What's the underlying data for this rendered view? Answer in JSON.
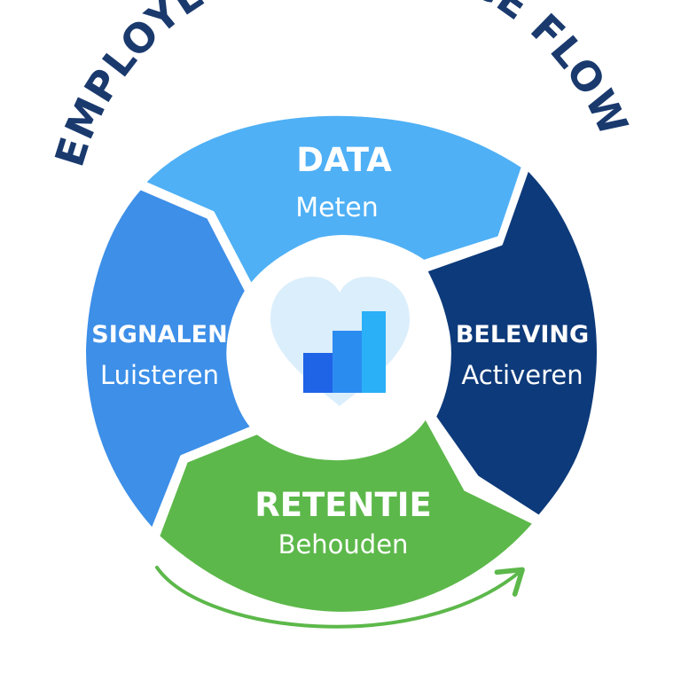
{
  "title": "EMPLOYEE EXPERIENCE FLOW",
  "segments": [
    {
      "id": "data",
      "title": "DATA",
      "subtitle": "Meten"
    },
    {
      "id": "beleving",
      "title": "BELEVING",
      "subtitle": "Activeren"
    },
    {
      "id": "retentie",
      "title": "RETENTIE",
      "subtitle": "Behouden"
    },
    {
      "id": "signalen",
      "title": "SIGNALEN",
      "subtitle": "Luisteren"
    }
  ],
  "colors": {
    "title": "#1a3a6e",
    "data": "#4fb0f5",
    "beleving": "#0d3a7a",
    "retentie": "#5cb84a",
    "signalen": "#3d8fe8",
    "heart": "#dbeefb",
    "bar_1": "#1f63e6",
    "bar_2": "#2b8cf0",
    "bar_3": "#2ab0f7",
    "arrow": "#5cb84a"
  },
  "icons": [
    "heart-icon",
    "bar-chart-icon",
    "curved-arrow-icon"
  ]
}
